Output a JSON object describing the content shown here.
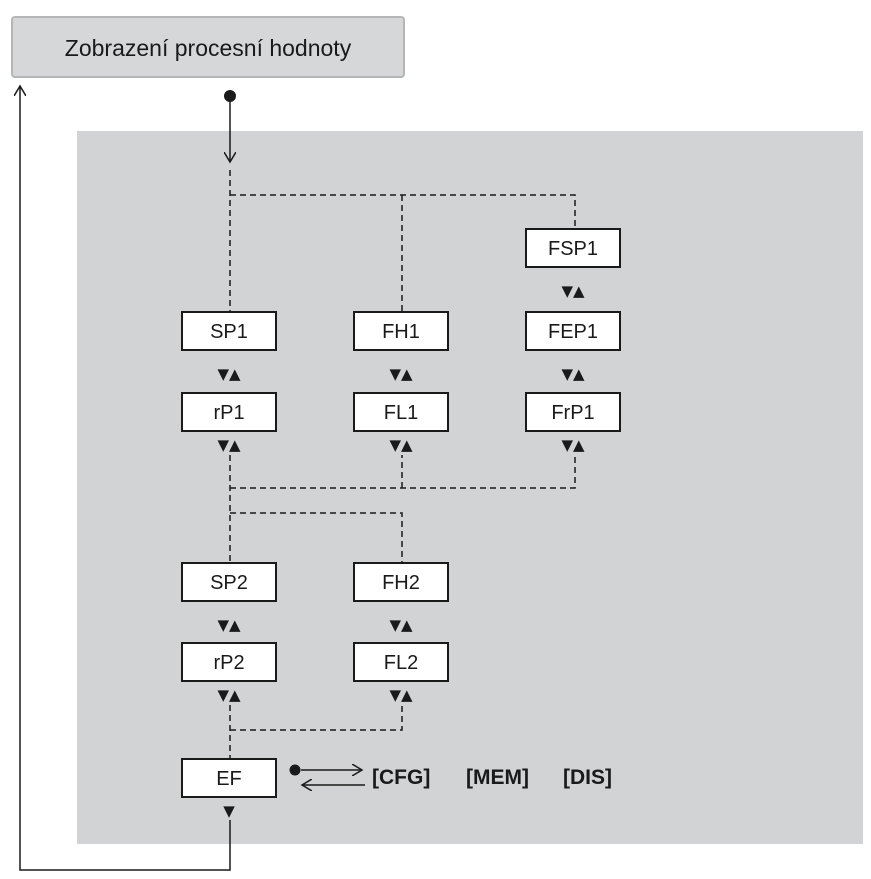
{
  "process_value_label": "Zobrazení procesní hodnoty",
  "menu": {
    "sp1": "SP1",
    "rp1": "rP1",
    "fh1": "FH1",
    "fl1": "FL1",
    "fsp1": "FSP1",
    "fep1": "FEP1",
    "frp1": "FrP1",
    "sp2": "SP2",
    "rp2": "rP2",
    "fh2": "FH2",
    "fl2": "FL2",
    "ef": "EF"
  },
  "navigation_symbol": "▼▲",
  "down_symbol": "▼",
  "submenus": {
    "cfg": "[CFG]",
    "mem": "[MEM]",
    "dis": "[DIS]"
  },
  "colors": {
    "panel": "#d2d3d5",
    "header_box": "#d6d7d9",
    "line": "#1a1a1a",
    "box_fill": "#ffffff"
  }
}
